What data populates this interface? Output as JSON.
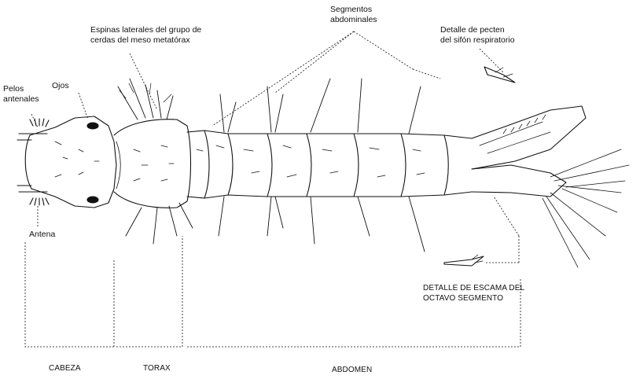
{
  "labels": {
    "pelos_antenales": [
      "Pelos",
      "antenales"
    ],
    "ojos": "Ojos",
    "espinas": [
      "Espinas laterales del grupo de",
      "cerdas del meso metatórax"
    ],
    "segmentos": [
      "Segmentos",
      "abdominales"
    ],
    "pecten": [
      "Detalle de pecten",
      "del sifón respiratorio"
    ],
    "antena": "Antena",
    "escama": [
      "DETALLE DE ESCAMA DEL",
      "OCTAVO SEGMENTO"
    ]
  },
  "regions": {
    "cabeza": "CABEZA",
    "torax": "TORAX",
    "abdomen": "ABDOMEN"
  },
  "colors": {
    "ink": "#111111",
    "paper": "#ffffff"
  }
}
